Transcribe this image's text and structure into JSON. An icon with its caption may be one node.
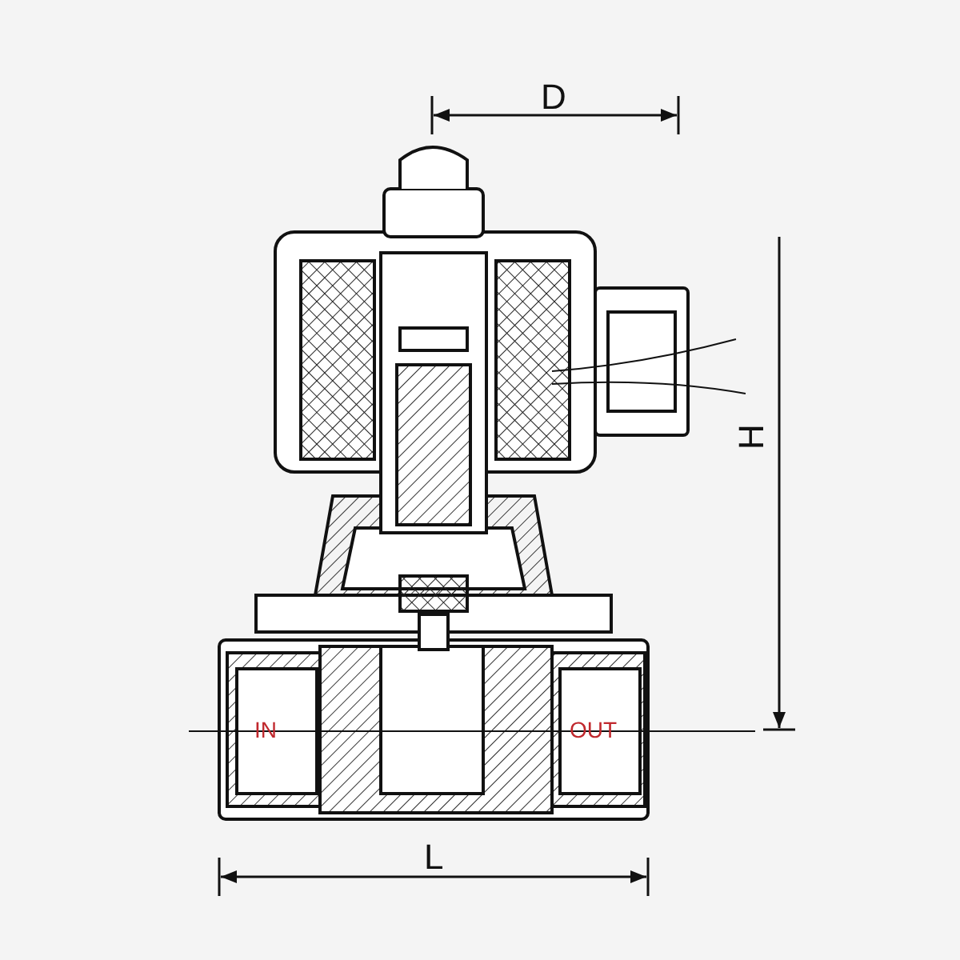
{
  "diagram": {
    "labels": [
      "D",
      "H",
      "IN",
      "OUT",
      "L"
    ]
  }
}
